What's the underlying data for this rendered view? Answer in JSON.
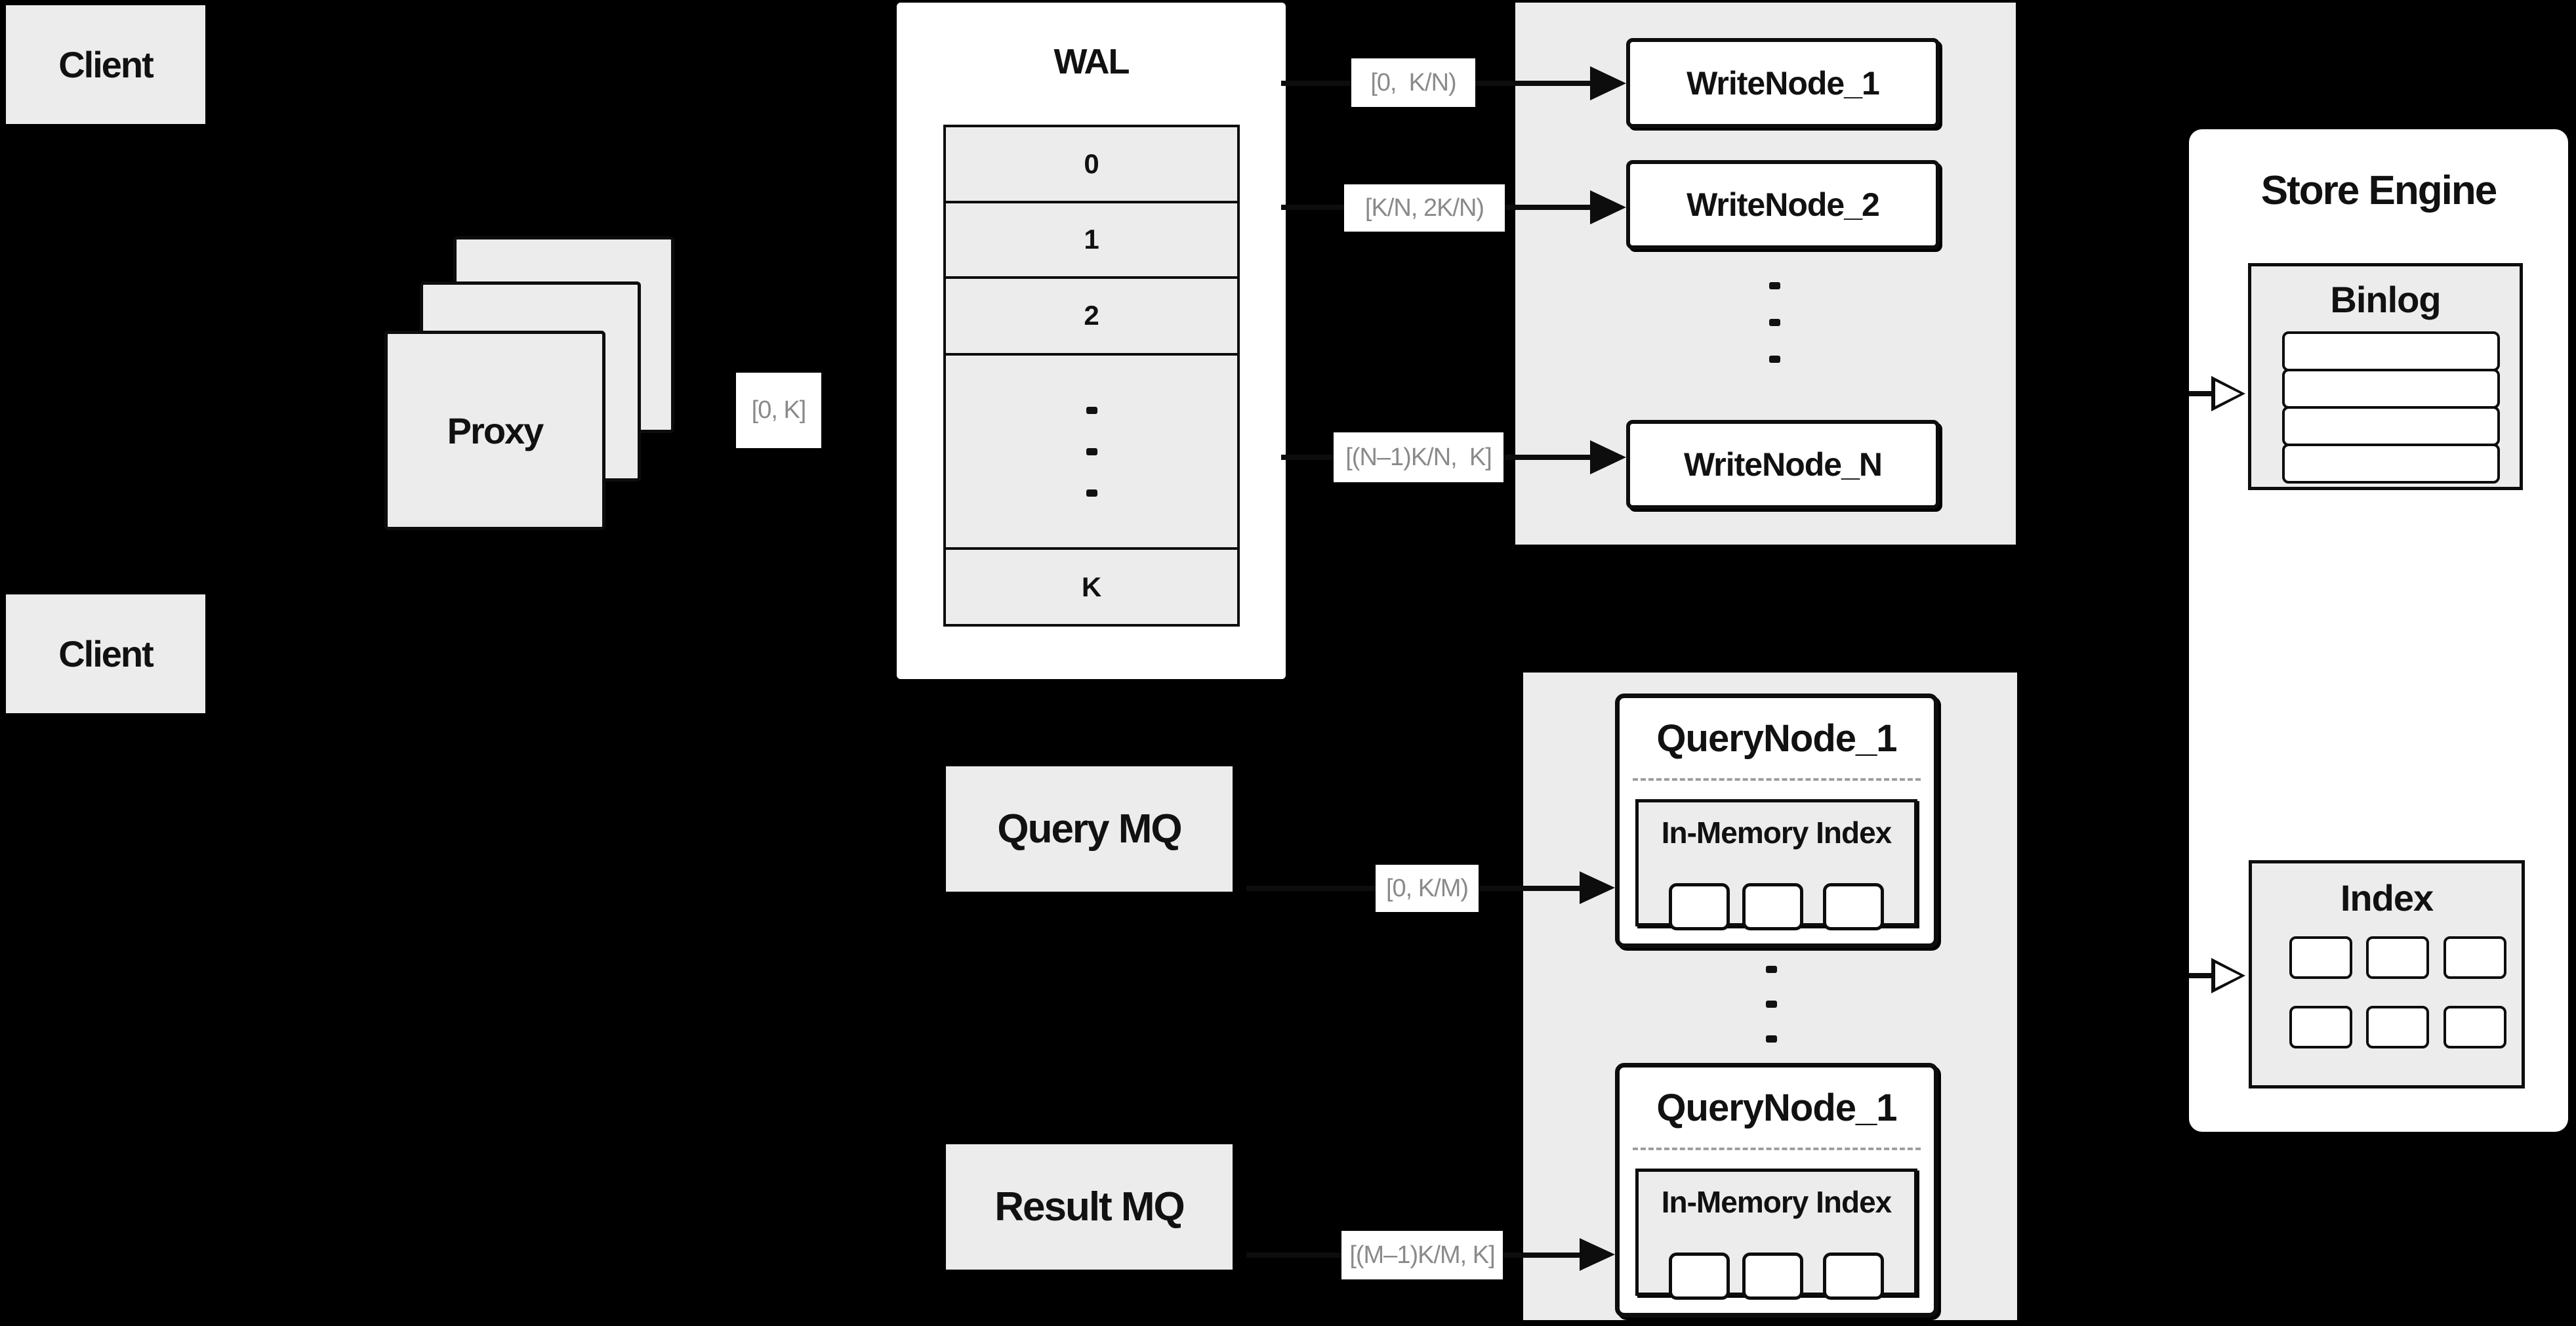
{
  "colors": {
    "background": "#000000",
    "surface_gray": "#ececec",
    "surface_white": "#ffffff",
    "border": "#0d0d0d",
    "range_label_text": "#8a8a8a",
    "dashed_divider": "#9e9e9e"
  },
  "clients": {
    "top_label": "Client",
    "bottom_label": "Client"
  },
  "proxy": {
    "label": "Proxy",
    "range_label": "[0, K]"
  },
  "wal": {
    "title": "WAL",
    "segments": [
      "0",
      "1",
      "2"
    ],
    "last_segment": "K"
  },
  "mq": {
    "query_label": "Query MQ",
    "result_label": "Result MQ"
  },
  "write_nodes": {
    "node_1": "WriteNode_1",
    "node_2": "WriteNode_2",
    "node_n": "WriteNode_N",
    "range_1": "[0,  K/N)",
    "range_2": "[K/N, 2K/N)",
    "range_n": "[(N–1)K/N,  K]"
  },
  "query_nodes": {
    "node_top": {
      "title": "QueryNode_1",
      "inner_title": "In-Memory Index"
    },
    "node_bottom": {
      "title": "QueryNode_1",
      "inner_title": "In-Memory Index"
    },
    "range_top": "[0, K/M)",
    "range_bottom": "[(M–1)K/M, K]"
  },
  "store_engine": {
    "title": "Store Engine",
    "binlog_title": "Binlog",
    "index_title": "Index"
  }
}
